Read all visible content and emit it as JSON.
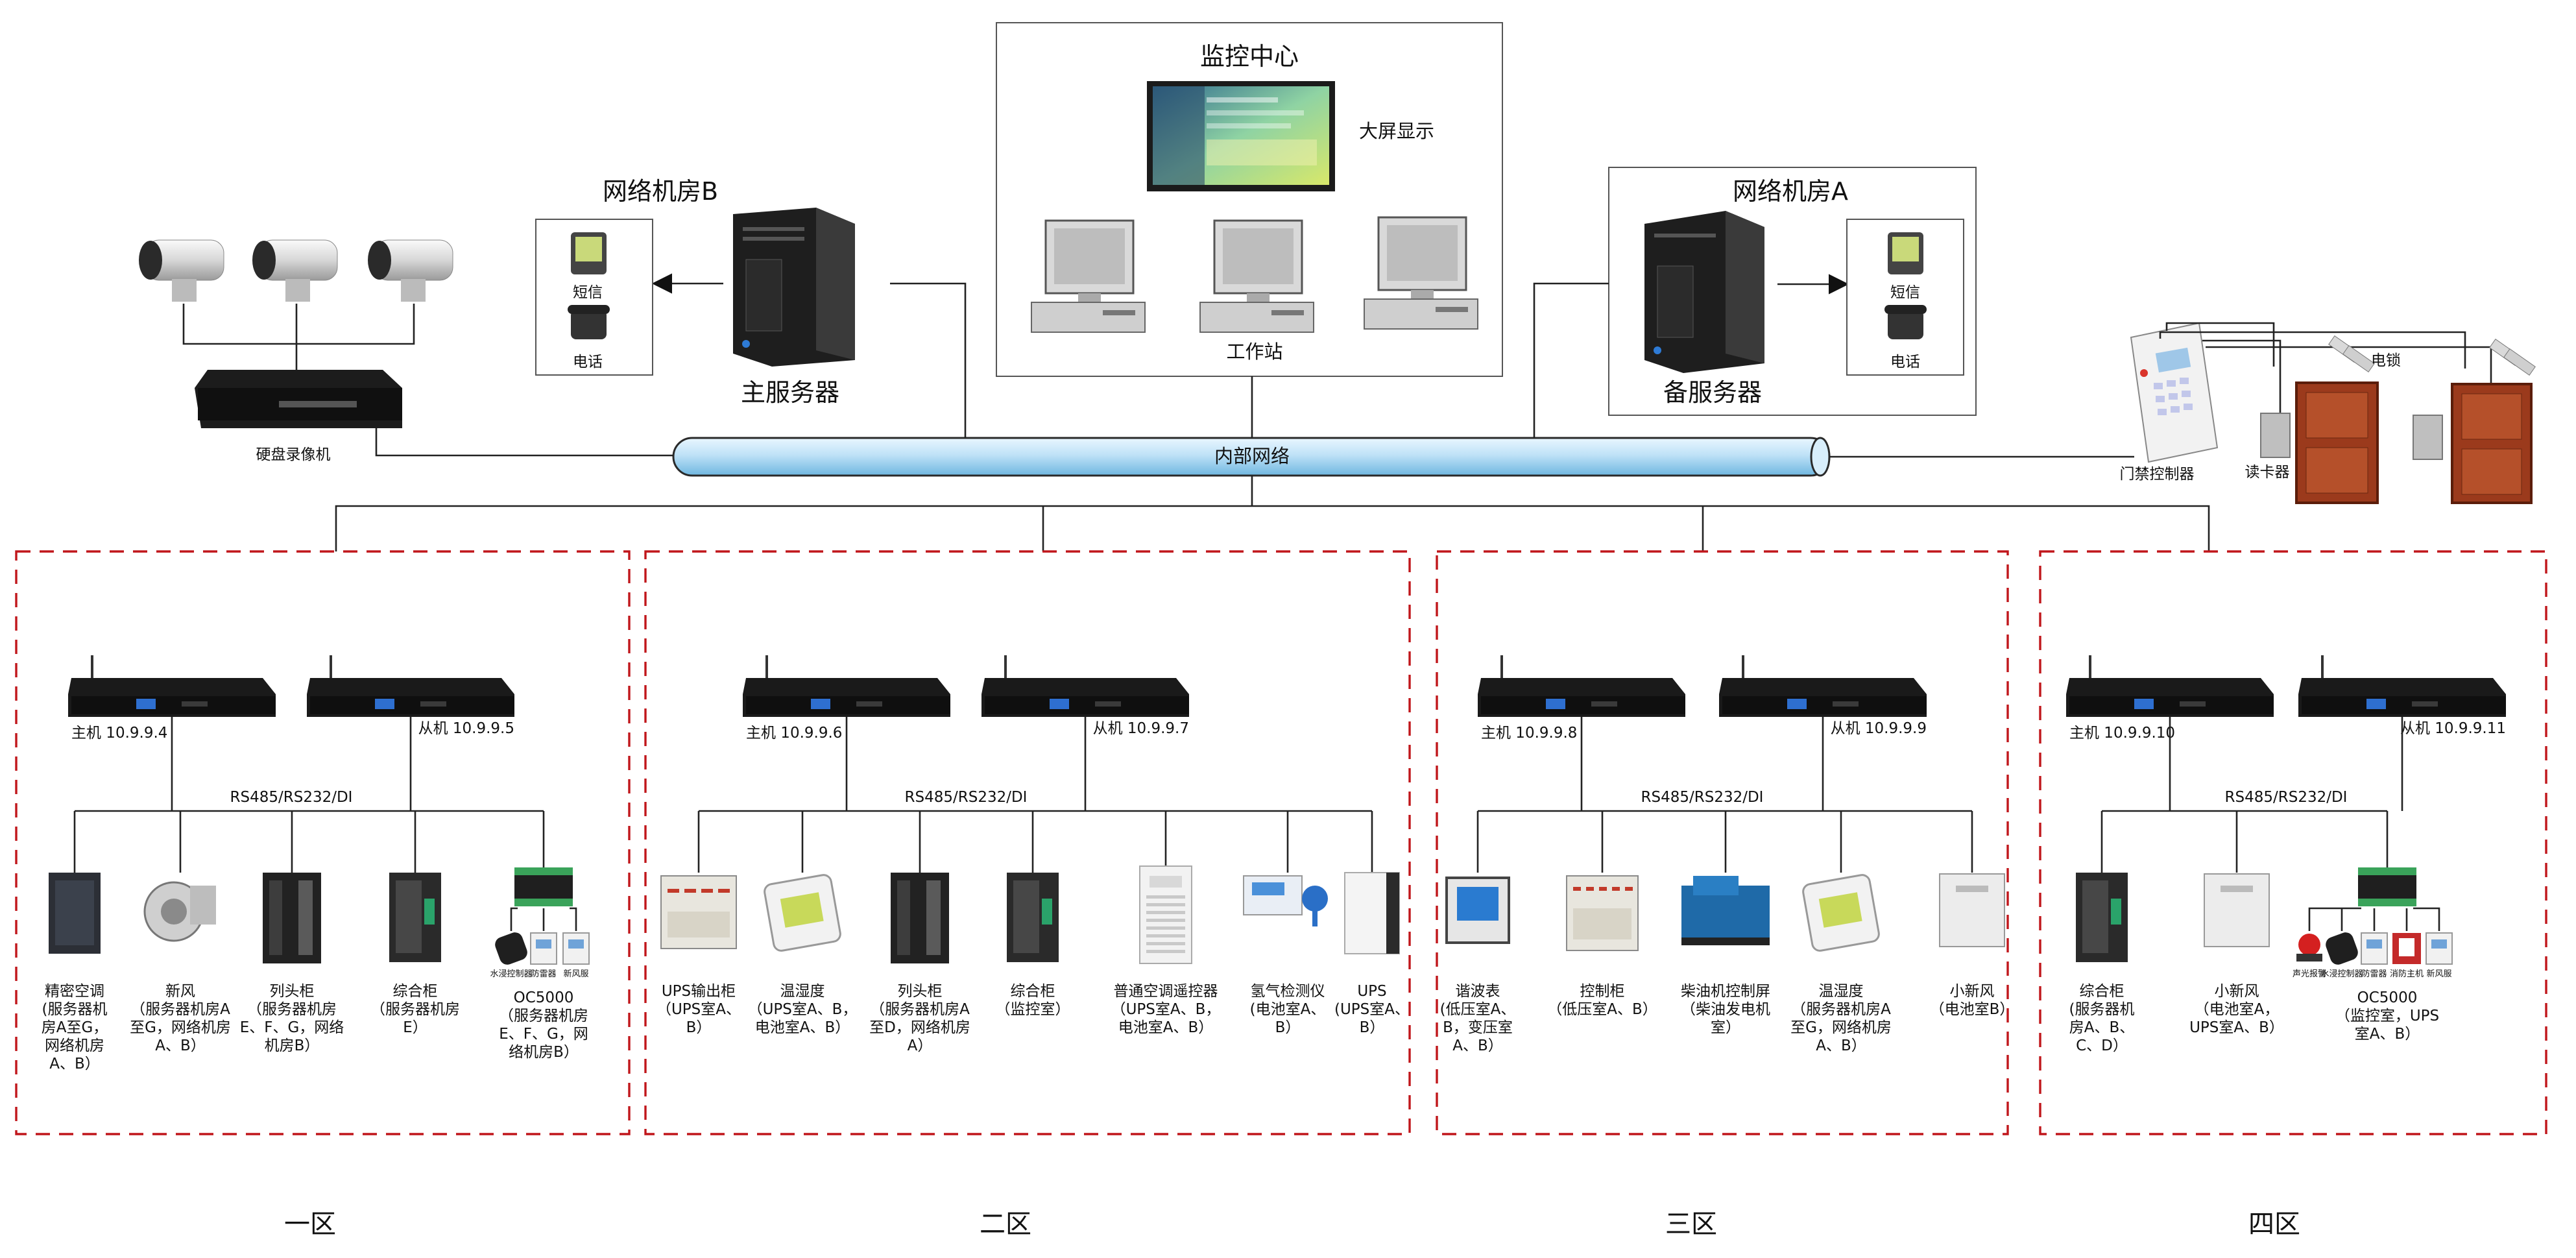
{
  "center": {
    "title": "监控中心",
    "screen_label": "大屏显示",
    "workstation_label": "工作站"
  },
  "room_b": {
    "title": "网络机房B",
    "server_label": "主服务器",
    "sms": "短信",
    "phone": "电话"
  },
  "room_a": {
    "title": "网络机房A",
    "server_label": "备服务器",
    "sms": "短信",
    "phone": "电话"
  },
  "dvr_label": "硬盘录像机",
  "network_label": "内部网络",
  "access": {
    "controller": "门禁控制器",
    "reader": "读卡器",
    "lock": "电锁"
  },
  "bus_label": "RS485/RS232/DI",
  "zones": [
    {
      "name": "一区",
      "master": "主机  10.9.9.4",
      "slave": "从机  10.9.9.5",
      "devices": [
        {
          "icon": "precision-ac-icon",
          "lines": [
            "精密空调",
            "(服务器机",
            "房A至G，",
            "网络机房",
            "A、B）"
          ]
        },
        {
          "icon": "fresh-air-fan-icon",
          "lines": [
            "新风",
            "（服务器机房A",
            "至G，网络机房",
            "A、B）"
          ]
        },
        {
          "icon": "column-cabinet-icon",
          "lines": [
            "列头柜",
            "（服务器机房",
            "E、F、G，网络",
            "机房B）"
          ]
        },
        {
          "icon": "integrated-cabinet-icon",
          "lines": [
            "综合柜",
            "（服务器机房",
            "E）"
          ]
        },
        {
          "icon": "oc5000-module-icon",
          "lines": [
            "OC5000",
            "（服务器机房",
            "E、F、G，网",
            "络机房B）"
          ],
          "subs": [
            "水浸控制器",
            "防雷器",
            "新风服"
          ]
        }
      ]
    },
    {
      "name": "二区",
      "master": "主机  10.9.9.6",
      "slave": "从机  10.9.9.7",
      "devices": [
        {
          "icon": "ups-output-cabinet-icon",
          "lines": [
            "UPS输出柜",
            "（UPS室A、",
            "B）"
          ]
        },
        {
          "icon": "temp-humidity-icon",
          "lines": [
            "温湿度",
            "（UPS室A、B，",
            "电池室A、B）"
          ]
        },
        {
          "icon": "column-cabinet-icon",
          "lines": [
            "列头柜",
            "（服务器机房A",
            "至D，网络机房",
            "A）"
          ]
        },
        {
          "icon": "integrated-cabinet-icon",
          "lines": [
            "综合柜",
            "（监控室）"
          ]
        },
        {
          "icon": "ac-remote-icon",
          "lines": [
            "普通空调遥控器",
            "（UPS室A、B，",
            "电池室A、B）"
          ]
        },
        {
          "icon": "hydrogen-detector-icon",
          "lines": [
            "氢气检测仪",
            "(电池室A、",
            "B）"
          ]
        },
        {
          "icon": "ups-icon",
          "lines": [
            "UPS",
            "(UPS室A、",
            "B）"
          ]
        }
      ]
    },
    {
      "name": "三区",
      "master": "主机  10.9.9.8",
      "slave": "从机  10.9.9.9",
      "devices": [
        {
          "icon": "harmonic-meter-icon",
          "lines": [
            "谐波表",
            "(低压室A、",
            "B，变压室",
            "A、B）"
          ]
        },
        {
          "icon": "control-cabinet-icon",
          "lines": [
            "控制柜",
            "（低压室A、B）"
          ]
        },
        {
          "icon": "diesel-generator-icon",
          "lines": [
            "柴油机控制屏",
            "（柴油发电机",
            "室）"
          ]
        },
        {
          "icon": "temp-humidity-icon",
          "lines": [
            "温湿度",
            "（服务器机房A",
            "至G，网络机房",
            "A、B）"
          ]
        },
        {
          "icon": "small-fresh-air-icon",
          "lines": [
            "小新风",
            "（电池室B）"
          ]
        }
      ]
    },
    {
      "name": "四区",
      "master": "主机  10.9.9.10",
      "slave": "从机  10.9.9.11",
      "devices": [
        {
          "icon": "integrated-cabinet-icon",
          "lines": [
            "综合柜",
            "(服务器机",
            "房A、B、",
            "C、D）"
          ]
        },
        {
          "icon": "small-fresh-air-icon",
          "lines": [
            "小新风",
            "（电池室A，",
            "UPS室A、B）"
          ]
        },
        {
          "icon": "oc5000-module-icon",
          "lines": [
            "OC5000",
            "（监控室，UPS",
            "室A、B）"
          ],
          "subs": [
            "声光报警",
            "水浸控制器",
            "防雷器",
            "消防主机",
            "新风服"
          ]
        }
      ]
    }
  ]
}
